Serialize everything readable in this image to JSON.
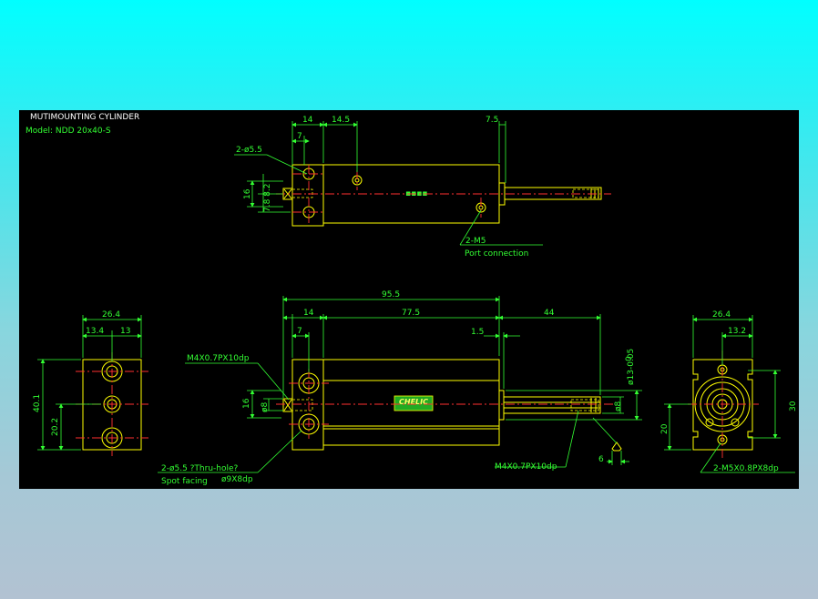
{
  "title": "MUTIMOUNTING CYLINDER",
  "model": "Model: NDD 20x40-S",
  "top_view": {
    "dim_14": "14",
    "dim_14_5": "14.5",
    "dim_7": "7",
    "dim_7_5": "7.5",
    "hole_note": "2-ø5.5",
    "dim_16": "16",
    "dim_7_8_2": "7.8 8.2",
    "port_note": "2-M5",
    "port_label": "Port connection"
  },
  "front_view": {
    "dim_95_5": "95.5",
    "dim_14": "14",
    "dim_77_5": "77.5",
    "dim_44": "44",
    "dim_7": "7",
    "dim_1_5": "1.5",
    "thread_left": "M4X0.7PX10dp",
    "dim_16": "16",
    "dim_o8_left": "ø8",
    "tol_zero": "0",
    "tol_dim": "ø13-0.05",
    "dim_o8_right": "ø8",
    "thread_right": "M4X0.7PX10dp",
    "dim_6": "6",
    "hole_note": "2-ø5.5 ?Thru-hole?",
    "spot_label": "Spot facing",
    "spot_dim": "ø9X8dp",
    "logo": "CHELIC"
  },
  "left_view": {
    "dim_26_4": "26.4",
    "dim_13_4": "13.4",
    "dim_13": "13",
    "dim_40_1": "40.1",
    "dim_20_2": "20.2"
  },
  "right_view": {
    "dim_26_4": "26.4",
    "dim_13_2": "13.2",
    "dim_30": "30",
    "dim_20": "20",
    "thread_note": "2-M5X0.8PX8dp"
  },
  "colors": {
    "background_top": "#00ffff",
    "drawing_bg": "#000000",
    "outline": "#ffff00",
    "dimension": "#33ff33",
    "centerline": "#ff3030",
    "label": "#ffffff"
  }
}
